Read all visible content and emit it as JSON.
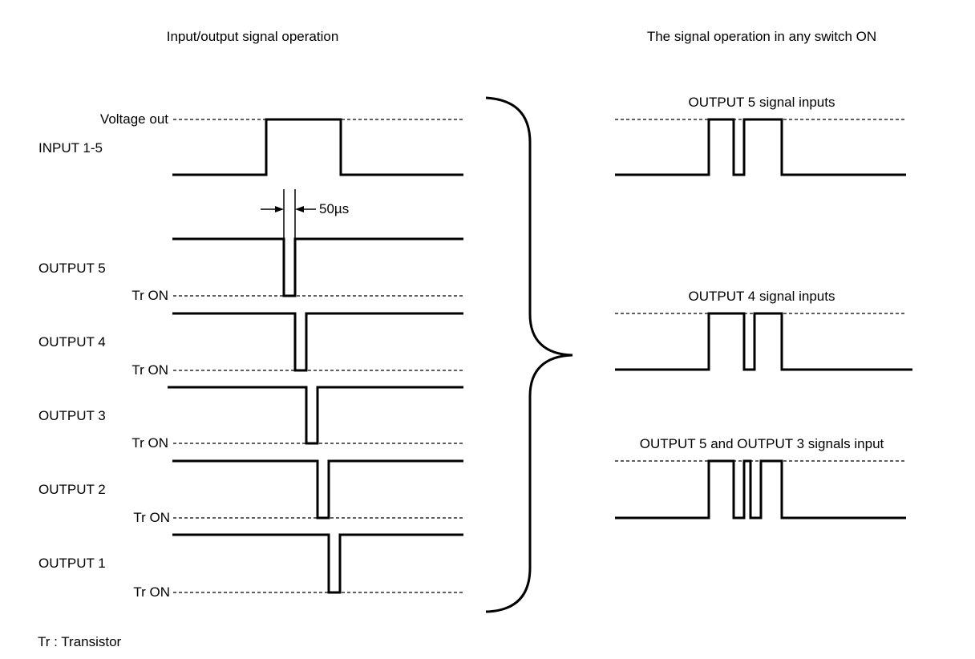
{
  "titles": {
    "left": "Input/output signal operation",
    "right": "The signal operation in any switch ON"
  },
  "left": {
    "voltage_out": "Voltage out",
    "input": "INPUT 1-5",
    "timing": "50µs",
    "outputs": [
      "OUTPUT 5",
      "OUTPUT 4",
      "OUTPUT 3",
      "OUTPUT 2",
      "OUTPUT 1"
    ],
    "tr_on": "Tr ON"
  },
  "right": {
    "cases": [
      "OUTPUT 5 signal inputs",
      "OUTPUT 4 signal inputs",
      "OUTPUT 5 and OUTPUT 3 signals input"
    ]
  },
  "footnote": "Tr : Transistor"
}
